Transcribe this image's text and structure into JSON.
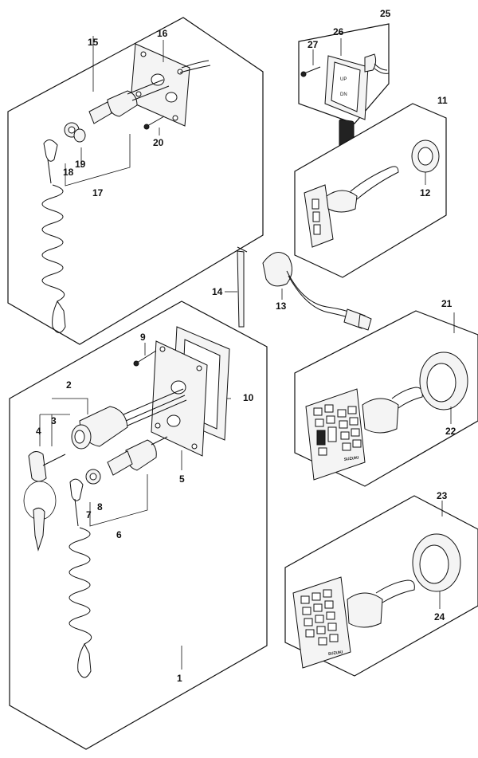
{
  "diagram": {
    "callouts": {
      "p1": "1",
      "p2": "2",
      "p3": "3",
      "p4": "4",
      "p5": "5",
      "p6": "6",
      "p7": "7",
      "p8": "8",
      "p9": "9",
      "p10": "10",
      "p11": "11",
      "p12": "12",
      "p13": "13",
      "p14": "14",
      "p15": "15",
      "p16": "16",
      "p17": "17",
      "p18": "18",
      "p19": "19",
      "p20": "20",
      "p21": "21",
      "p22": "22",
      "p23": "23",
      "p24": "24",
      "p25": "25",
      "p26": "26",
      "p27": "27"
    },
    "switch_labels": {
      "up": "UP",
      "dn": "DN"
    },
    "brand": "SUZUKI"
  }
}
